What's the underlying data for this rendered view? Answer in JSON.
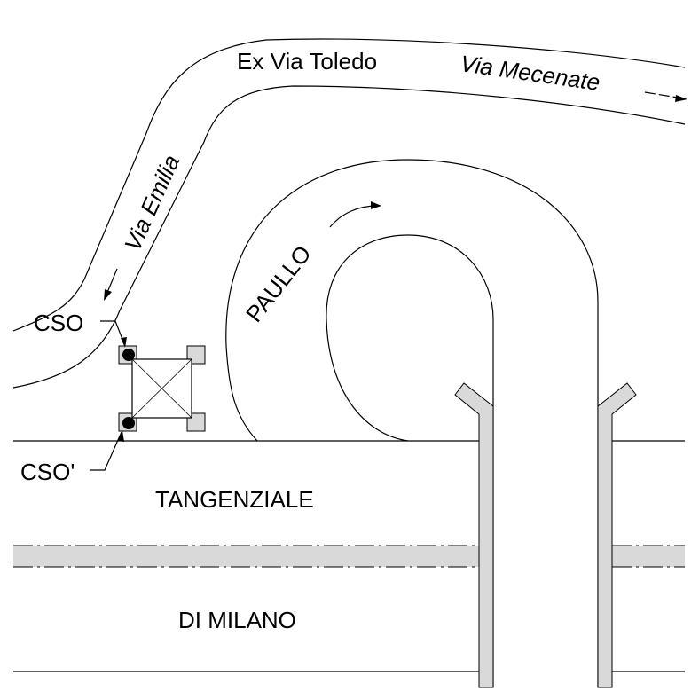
{
  "labels": {
    "ex_via_toledo": "Ex Via Toledo",
    "via_mecenate": "Via Mecenate",
    "via_emilia": "Via Emilia",
    "paullo": "PAULLO",
    "cso": "CSO",
    "cso_prime": "CSO'",
    "tangenziale": "TANGENZIALE",
    "di_milano": "DI MILANO"
  },
  "colors": {
    "wall_fill": "#d9d9d9",
    "line": "#000000"
  }
}
